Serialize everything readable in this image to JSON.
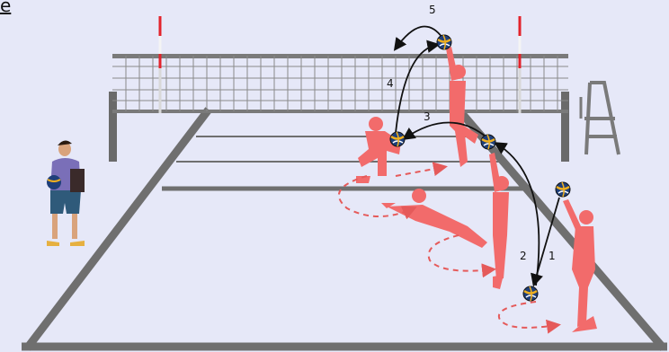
{
  "corner_mark": "e",
  "steps": {
    "s1": "1",
    "s2": "2",
    "s3": "3",
    "s4": "4",
    "s5": "5"
  },
  "colors": {
    "background": "#e6e8f8",
    "court_line": "#6f6f6f",
    "player": "#f26b6b",
    "movement_arrow": "#e55a5a",
    "net_antenna_red": "#e3232c",
    "ball_blue": "#1f3f7a",
    "ball_yellow": "#f0b020"
  },
  "icons": {
    "coach": "coach-with-clipboard-icon",
    "ball": "volleyball-icon",
    "chair": "referee-chair-icon"
  }
}
